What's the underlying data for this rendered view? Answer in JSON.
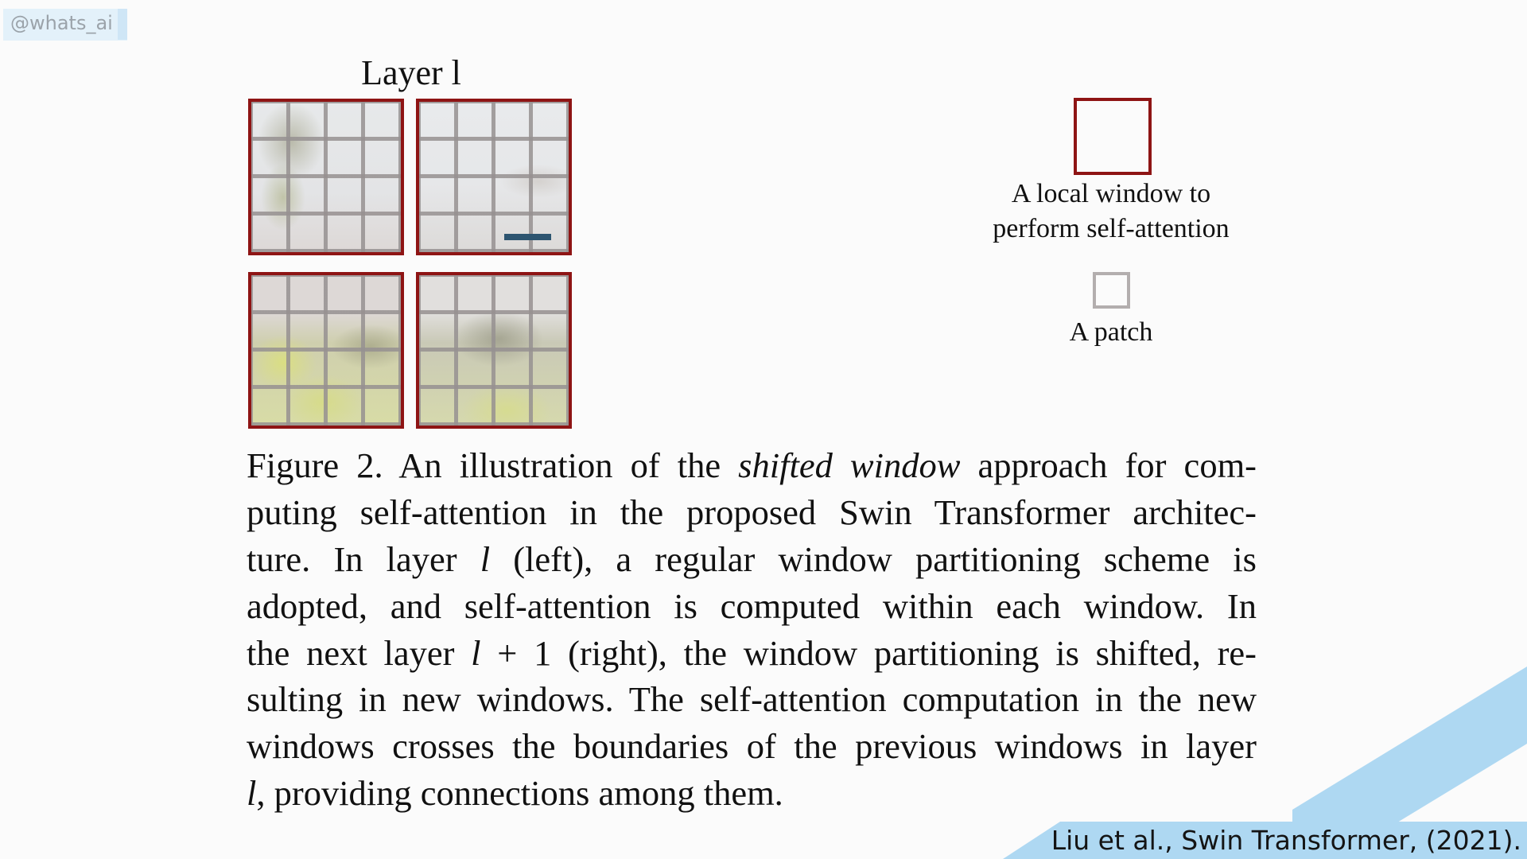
{
  "watermark": {
    "handle": "@whats_ai"
  },
  "figure": {
    "layer_title_prefix": "Layer ",
    "layer_title_var": "l",
    "windows": [
      {
        "id": "top-left",
        "patches": "4x4"
      },
      {
        "id": "top-right",
        "patches": "4x4"
      },
      {
        "id": "bottom-left",
        "patches": "4x4"
      },
      {
        "id": "bottom-right",
        "patches": "4x4"
      }
    ],
    "colors": {
      "window_border": "#8e1414",
      "patch_border": "#b3aeae",
      "scale_bar": "#2d5570"
    }
  },
  "legend": {
    "window_label_line1": "A local window to",
    "window_label_line2": "perform self-attention",
    "patch_label": "A patch"
  },
  "caption": {
    "lines": [
      [
        "Figure 2. An illustration of the ",
        {
          "i": "shifted window"
        },
        " approach for com-"
      ],
      [
        "puting self-attention in the proposed Swin Transformer architec-"
      ],
      [
        "ture.  In layer ",
        {
          "i": "l"
        },
        " (left), a regular window partitioning scheme is"
      ],
      [
        "adopted, and self-attention is computed within each window.  In"
      ],
      [
        "the next layer ",
        {
          "i": "l"
        },
        " + 1 (right), the window partitioning is shifted, re-"
      ],
      [
        "sulting in new windows. The self-attention computation in the new"
      ],
      [
        "windows crosses the boundaries of the previous windows in layer"
      ],
      [
        {
          "i": "l"
        },
        ", providing connections among them."
      ]
    ]
  },
  "citation": {
    "text": "Liu et al., Swin Transformer, (2021)."
  },
  "decoration": {
    "accent_color": "#aed8f2"
  }
}
